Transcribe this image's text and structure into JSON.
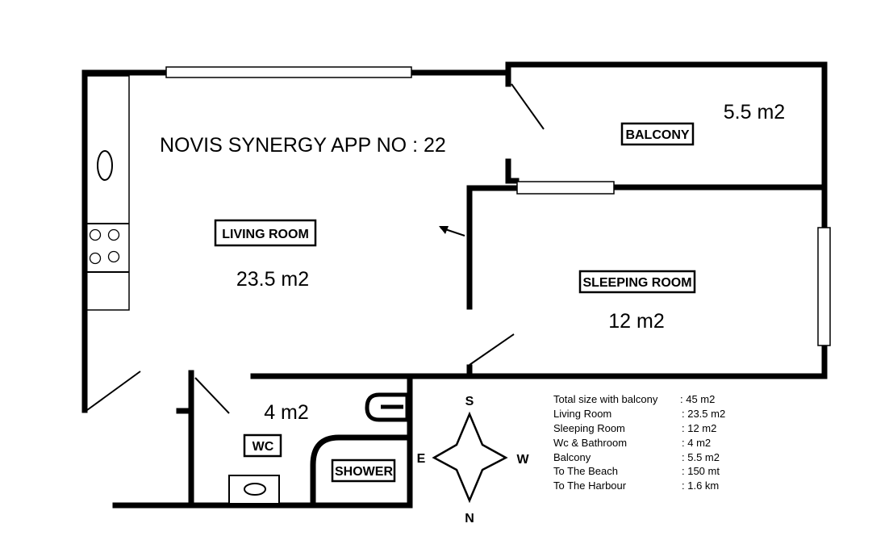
{
  "title": "NOVIS SYNERGY APP NO : 22",
  "rooms": {
    "living": {
      "label": "LIVING ROOM",
      "area": "23.5 m2"
    },
    "balcony": {
      "label": "BALCONY",
      "area": "5.5 m2"
    },
    "sleeping": {
      "label": "SLEEPING ROOM",
      "area": "12 m2"
    },
    "wc": {
      "label": "WC",
      "area": "4 m2"
    },
    "shower": {
      "label": "SHOWER"
    }
  },
  "compass": {
    "north": "N",
    "south": "S",
    "east": "E",
    "west": "W"
  },
  "info": [
    {
      "label": "Total size with balcony",
      "value": ":  45 m2"
    },
    {
      "label": "Living Room",
      "value": ":  23.5 m2"
    },
    {
      "label": "Sleeping Room",
      "value": ":  12 m2"
    },
    {
      "label": "Wc & Bathroom",
      "value": ":  4 m2"
    },
    {
      "label": "Balcony",
      "value": ":  5.5 m2"
    },
    {
      "label": "To The Beach",
      "value": ":  150 mt"
    },
    {
      "label": "To The Harbour",
      "value": ":   1.6 km"
    }
  ],
  "colors": {
    "wall": "#000000",
    "background": "#ffffff"
  }
}
